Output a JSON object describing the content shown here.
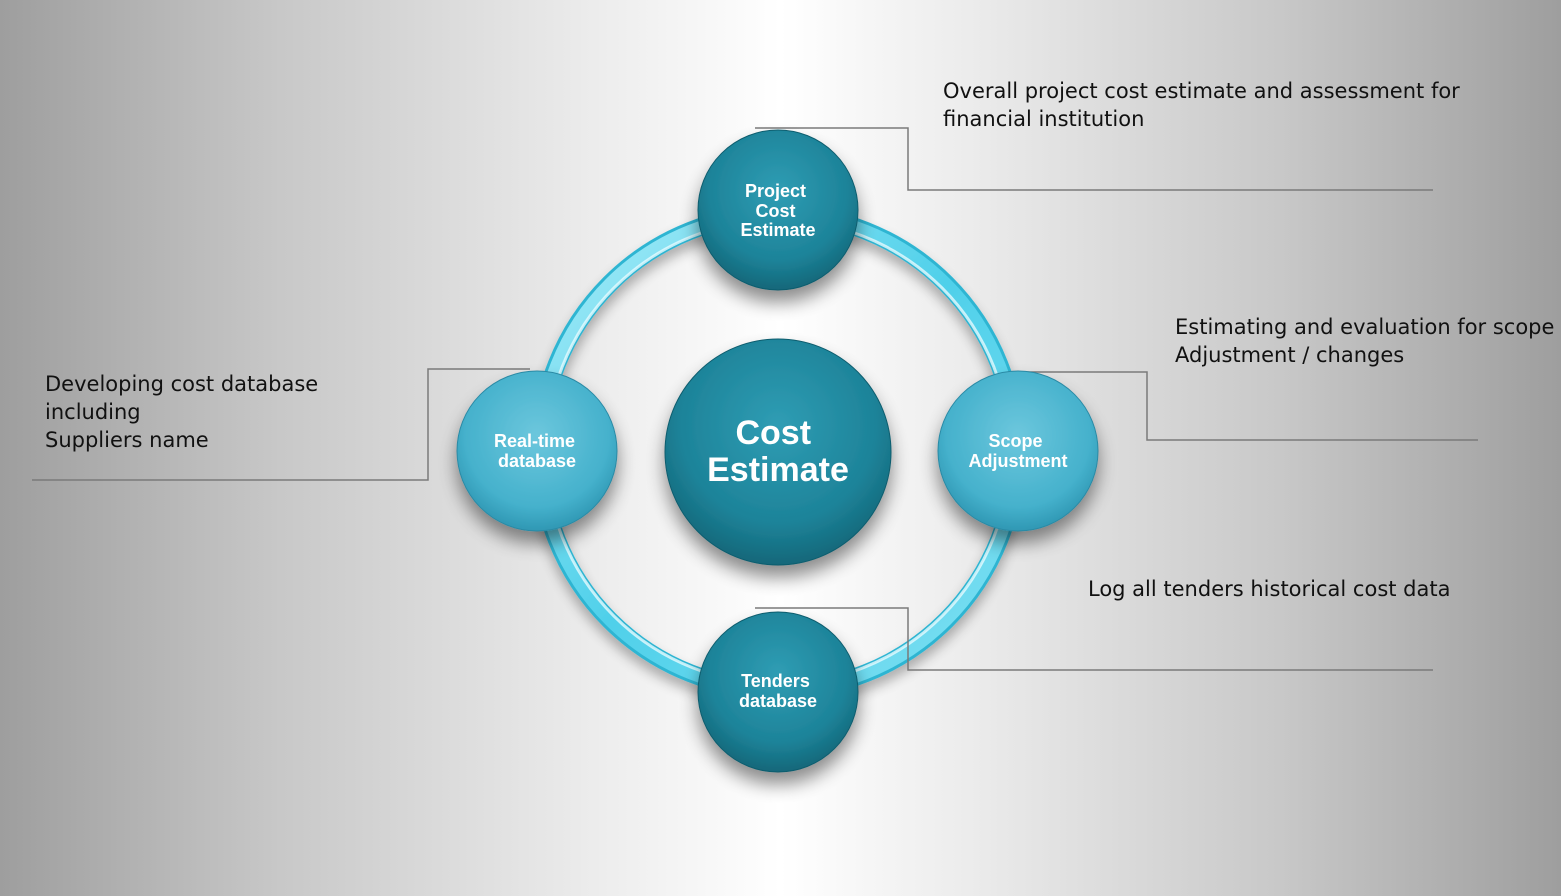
{
  "center": {
    "label_lines": [
      "Cost",
      "Estimate"
    ]
  },
  "nodes": {
    "top": {
      "label_lines": [
        "Project",
        "Cost",
        "Estimate"
      ]
    },
    "right": {
      "label_lines": [
        "Scope",
        "Adjustment"
      ]
    },
    "bottom": {
      "label_lines": [
        "Tenders",
        "database"
      ]
    },
    "left": {
      "label_lines": [
        "Real-time",
        "database"
      ]
    }
  },
  "callouts": {
    "top": {
      "lines": [
        "Overall project cost estimate and assessment for",
        "financial institution"
      ]
    },
    "right": {
      "lines": [
        "Estimating and evaluation for scope",
        "Adjustment / changes"
      ]
    },
    "bottom": {
      "lines": [
        "Log all tenders historical cost data"
      ]
    },
    "left": {
      "lines": [
        "Developing cost database",
        "including",
        "Suppliers name"
      ]
    }
  },
  "colors": {
    "dark_node": "#1b7f95",
    "light_node": "#45b6d2",
    "ring": "#5fd4ec",
    "connector": "#7a7a7a"
  }
}
